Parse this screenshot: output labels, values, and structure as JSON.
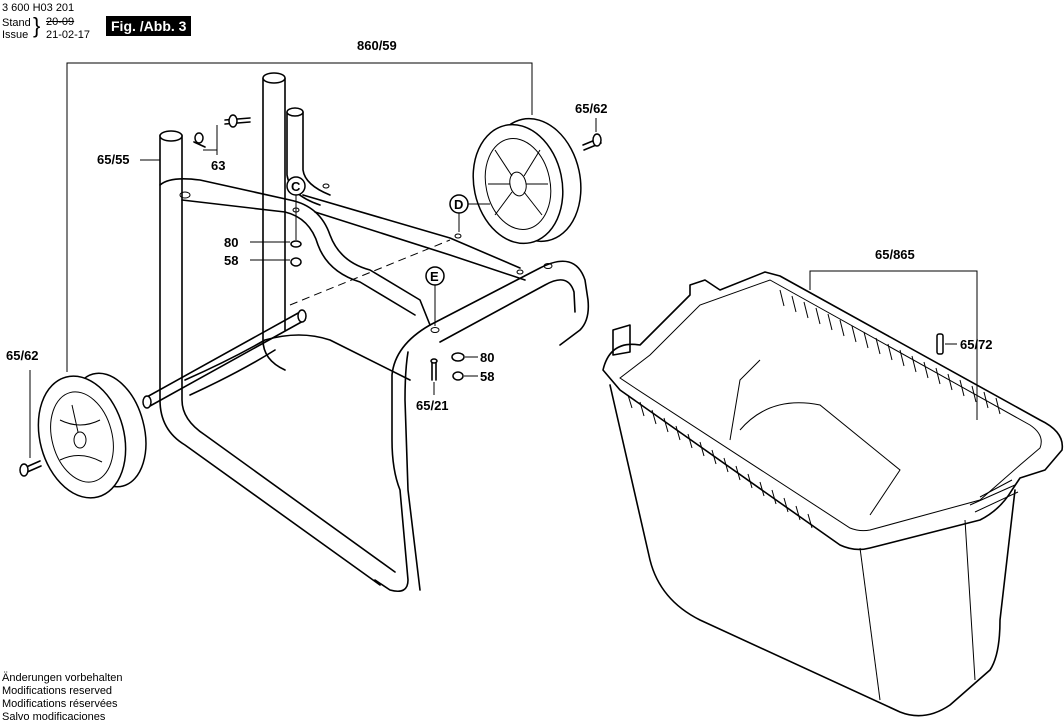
{
  "header": {
    "doc_number": "3 600 H03 201",
    "stand_label": "Stand",
    "issue_label": "Issue",
    "date_old": "20-09",
    "date_new": "21-02-17",
    "figure_label": "Fig. /Abb. 3"
  },
  "callouts": {
    "frame_assembly": "860/59",
    "wheel_screw_right": "65/62",
    "wheel_screw_left": "65/62",
    "frame_tube": "65/55",
    "screw_63": "63",
    "washer_left": "80",
    "nut_left": "58",
    "washer_right": "80",
    "nut_right": "58",
    "bolt": "65/21",
    "collection_box": "65/865",
    "pin": "65/72",
    "detail_c": "C",
    "detail_d": "D",
    "detail_e": "E"
  },
  "footer": {
    "lines": [
      "Änderungen vorbehalten",
      "Modifications reserved",
      "Modifications réservées",
      "Salvo modificaciones"
    ]
  }
}
